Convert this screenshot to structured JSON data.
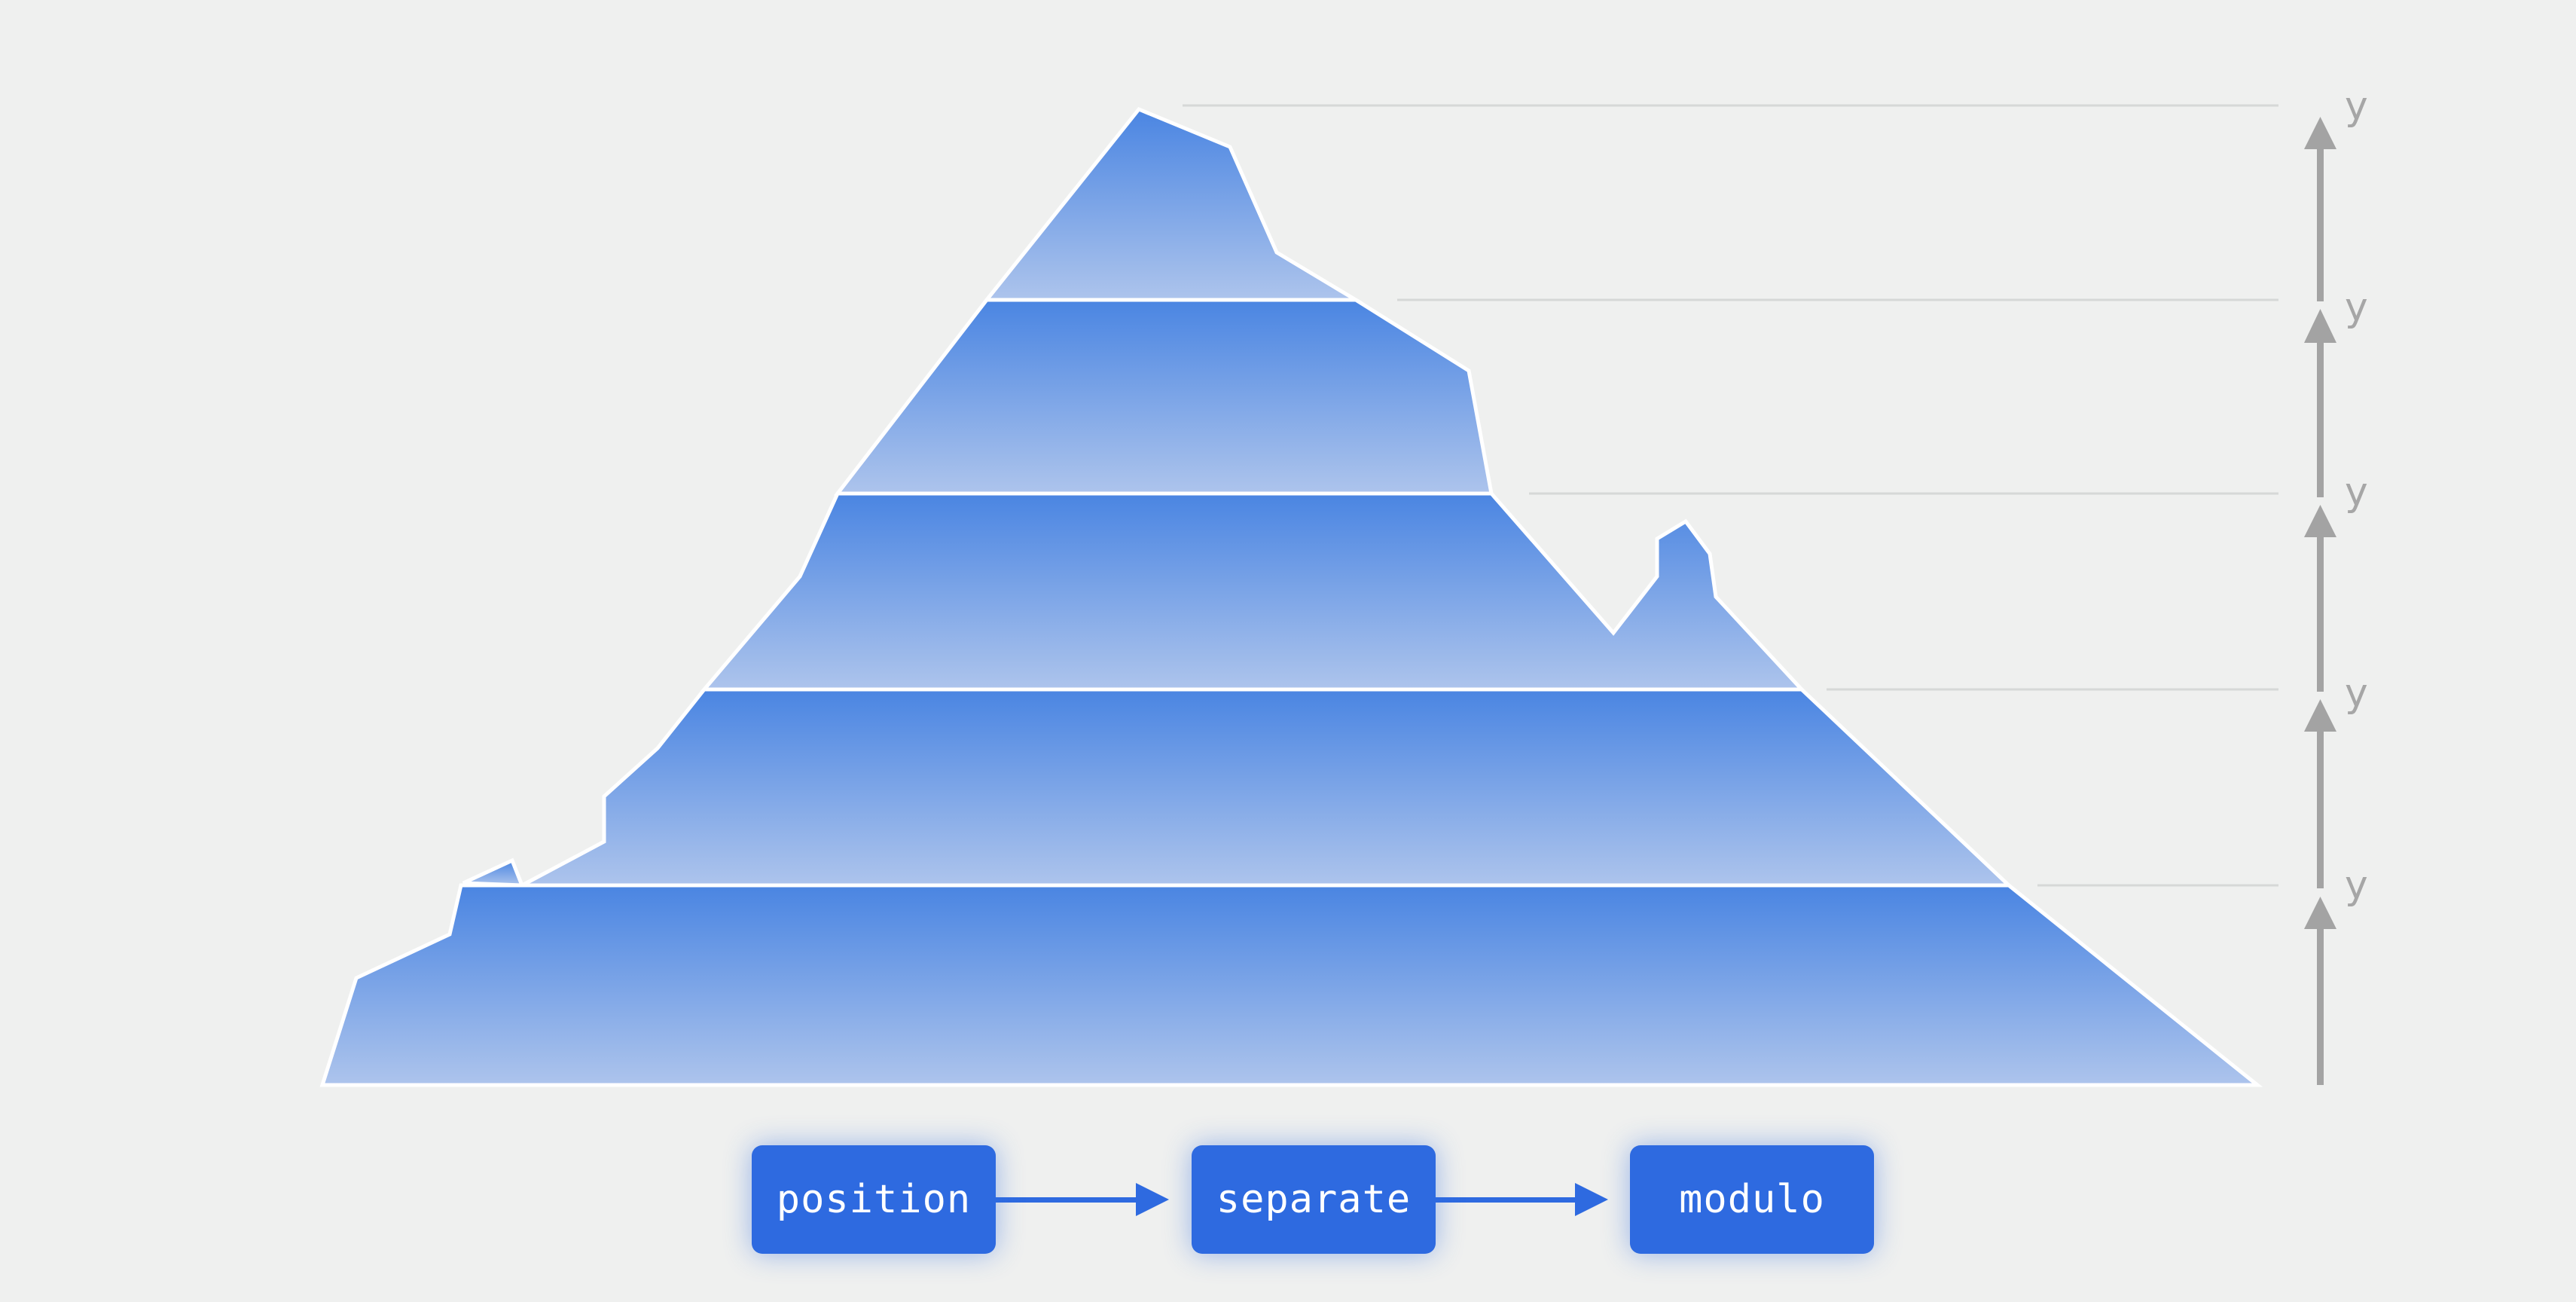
{
  "axis_label": "y",
  "steps": [
    {
      "label": "position"
    },
    {
      "label": "separate"
    },
    {
      "label": "modulo"
    }
  ],
  "colors": {
    "background": "#eff0ef",
    "band_top": "#4a85e2",
    "band_bottom": "#adc4ec",
    "step_fill": "#2e6ae0",
    "axis": "#a3a3a3"
  },
  "icons": [
    "up-arrow-icon",
    "right-arrow-icon"
  ]
}
